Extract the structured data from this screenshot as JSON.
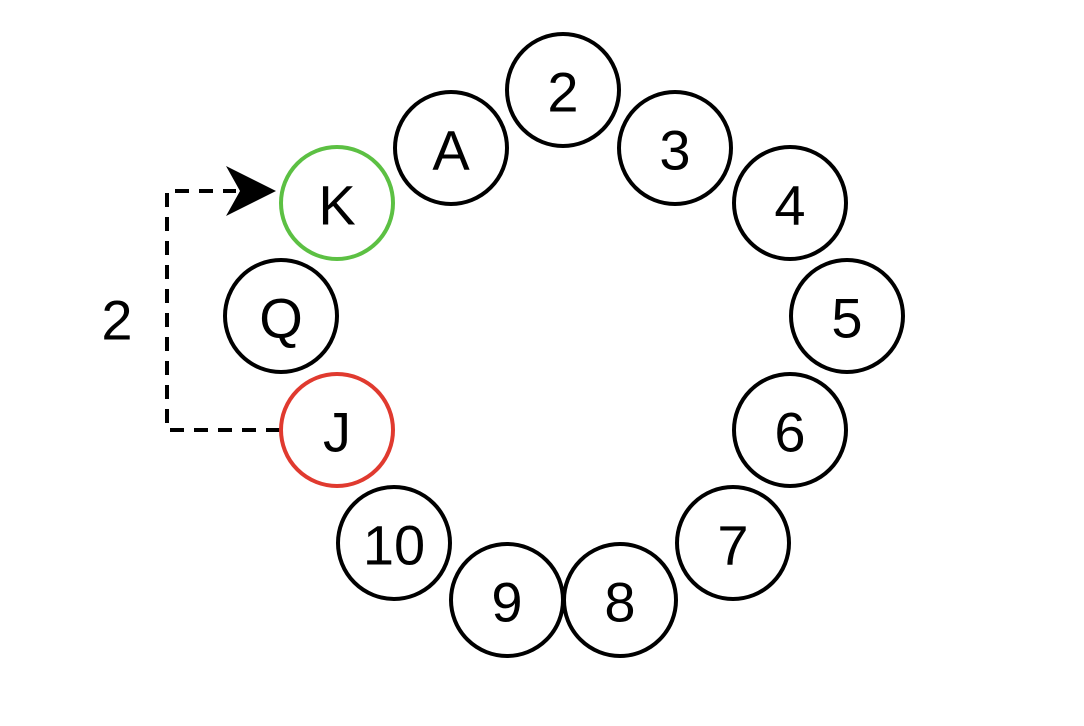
{
  "diagram": {
    "nodes": [
      {
        "label": "A",
        "color": "#000000",
        "role": "normal"
      },
      {
        "label": "2",
        "color": "#000000",
        "role": "normal"
      },
      {
        "label": "3",
        "color": "#000000",
        "role": "normal"
      },
      {
        "label": "4",
        "color": "#000000",
        "role": "normal"
      },
      {
        "label": "5",
        "color": "#000000",
        "role": "normal"
      },
      {
        "label": "6",
        "color": "#000000",
        "role": "normal"
      },
      {
        "label": "7",
        "color": "#000000",
        "role": "normal"
      },
      {
        "label": "8",
        "color": "#000000",
        "role": "normal"
      },
      {
        "label": "9",
        "color": "#000000",
        "role": "normal"
      },
      {
        "label": "10",
        "color": "#000000",
        "role": "normal"
      },
      {
        "label": "J",
        "color": "#e03a2f",
        "role": "start"
      },
      {
        "label": "Q",
        "color": "#000000",
        "role": "normal"
      },
      {
        "label": "K",
        "color": "#5cc043",
        "role": "end"
      }
    ],
    "jump": {
      "from": "J",
      "to": "K",
      "label": "2",
      "style": "dashed-arrow",
      "color": "#000000"
    }
  }
}
